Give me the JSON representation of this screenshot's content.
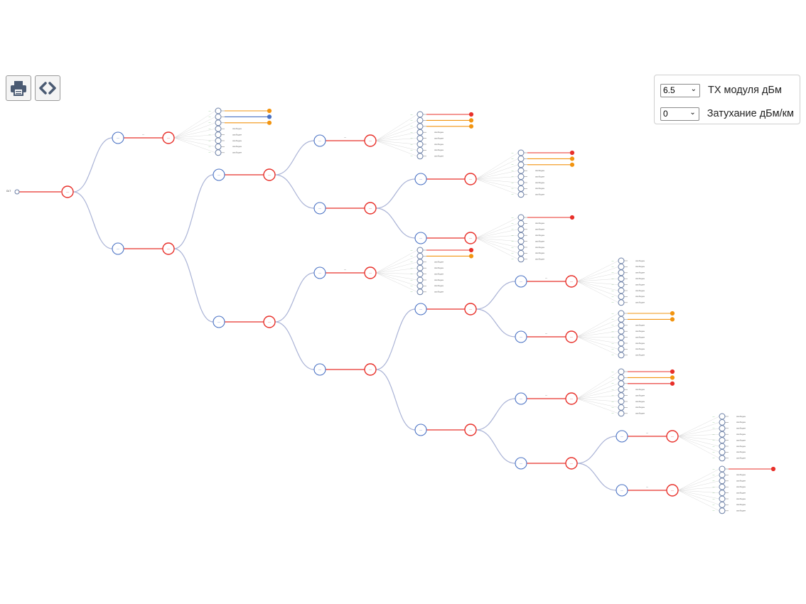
{
  "toolbar": {
    "print_title": "Печать",
    "code_title": "Код"
  },
  "settings": {
    "tx_value": "6.5",
    "tx_label": "TX модуля дБм",
    "att_value": "0",
    "att_label": "Затухание дБм/км"
  },
  "diagram": {
    "root_label": "OLT",
    "free_label": "свободен",
    "colors": {
      "link": "#aab3d6",
      "red": "#e8302a",
      "blue": "#4a72c4",
      "orange": "#f29410",
      "green": "#2e9a2e",
      "gray": "#b8b8b8"
    }
  }
}
